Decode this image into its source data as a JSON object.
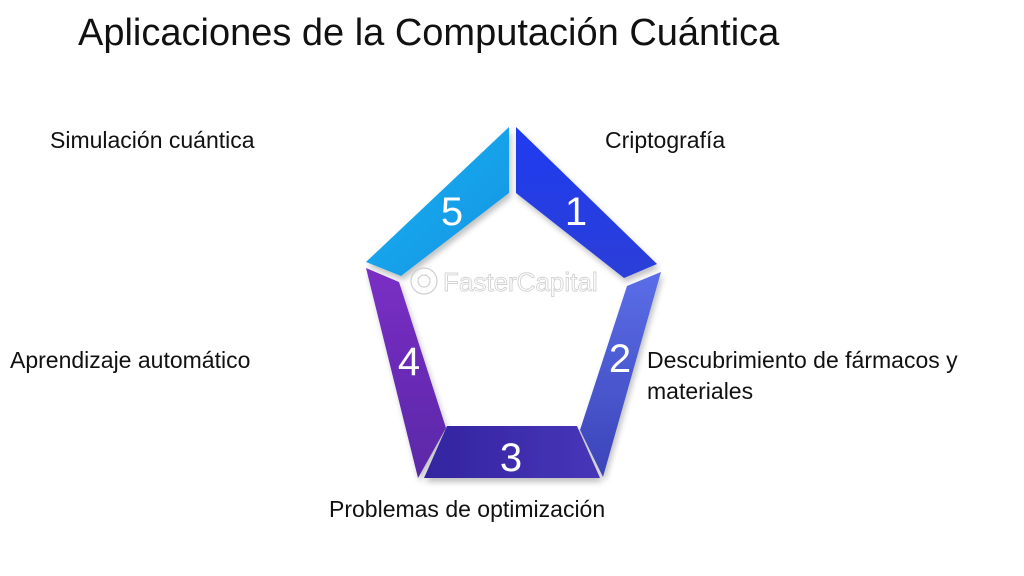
{
  "title": "Aplicaciones de la Computación Cuántica",
  "watermark": "FasterCapital",
  "segments": [
    {
      "number": "1",
      "label": "Criptografía",
      "color": "#2a3fe6"
    },
    {
      "number": "2",
      "label_lines": [
        "Descubrimiento de fármacos y",
        "materiales"
      ],
      "color": "#4655d6"
    },
    {
      "number": "3",
      "label": "Problemas de optimización",
      "color": "#3a2aa8"
    },
    {
      "number": "4",
      "label": "Aprendizaje automático",
      "color": "#6b2bb8"
    },
    {
      "number": "5",
      "label": "Simulación cuántica",
      "color": "#12a3ee"
    }
  ]
}
